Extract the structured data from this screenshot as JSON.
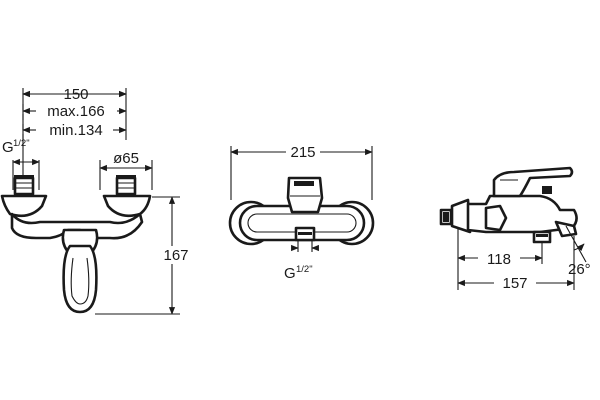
{
  "front_view": {
    "dim_center_distance": "150",
    "dim_max": "max.166",
    "dim_min": "min.134",
    "dim_connection_main": "G",
    "dim_connection_sup": "1/2\"",
    "dim_diameter": "ø65",
    "dim_height": "167"
  },
  "top_view": {
    "dim_width": "215",
    "dim_connection_main": "G",
    "dim_connection_sup": "1/2\""
  },
  "side_view": {
    "dim_spout_short": "118",
    "dim_spout_long": "157",
    "dim_angle": "26°"
  }
}
